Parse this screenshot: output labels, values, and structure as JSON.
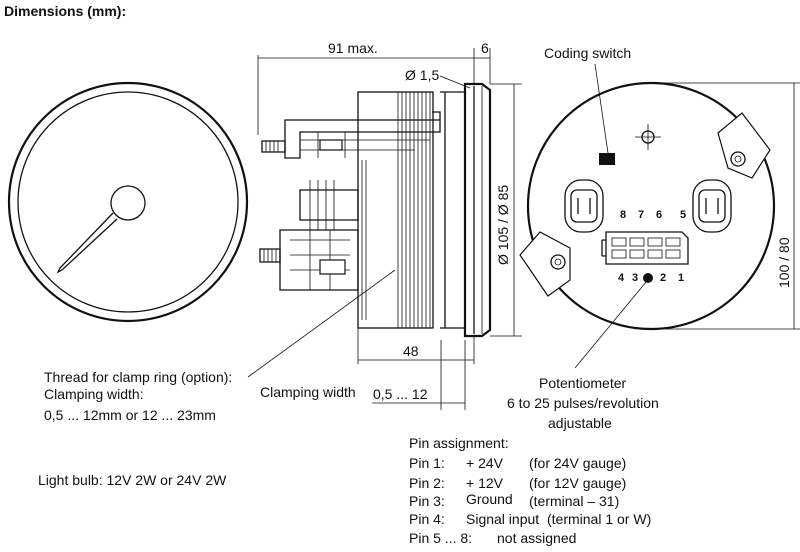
{
  "title": "Dimensions (mm):",
  "dimensions": {
    "depth_max": "91 max.",
    "bezel_thickness": "6",
    "hole_diameter": "Ø 1,5",
    "front_diameters": "Ø 105 / Ø 85",
    "body_length": "48",
    "clamping_range": "0,5 ... 12",
    "rear_height": "100 / 80"
  },
  "labels": {
    "coding_switch": "Coding switch",
    "potentiometer": [
      "Potentiometer",
      "6 to 25 pulses/revolution",
      "adjustable"
    ],
    "thread": [
      "Thread for clamp ring (option):",
      "Clamping width:",
      "0,5 ... 12mm or 12 ... 23mm"
    ],
    "clamping_width": "Clamping width",
    "light_bulb": "Light bulb: 12V   2W  or 24V   2W"
  },
  "connector_pins": {
    "top": [
      "8",
      "7",
      "6",
      "5"
    ],
    "bottom": [
      "4",
      "3",
      "2",
      "1"
    ]
  },
  "pin_assignment": {
    "heading": "Pin assignment:",
    "rows": [
      {
        "pin": "Pin 1:",
        "value": "+ 24V",
        "note": "(for 24V gauge)"
      },
      {
        "pin": "Pin 2:",
        "value": "+ 12V",
        "note": "(for 12V gauge)"
      },
      {
        "pin": "Pin 3:",
        "value": "Ground",
        "note": "(terminal – 31)"
      },
      {
        "pin": "Pin 4:",
        "value": "Signal input",
        "note": "(terminal 1 or W)"
      },
      {
        "pin": "Pin 5 ... 8:",
        "value": "not assigned",
        "note": ""
      }
    ]
  }
}
